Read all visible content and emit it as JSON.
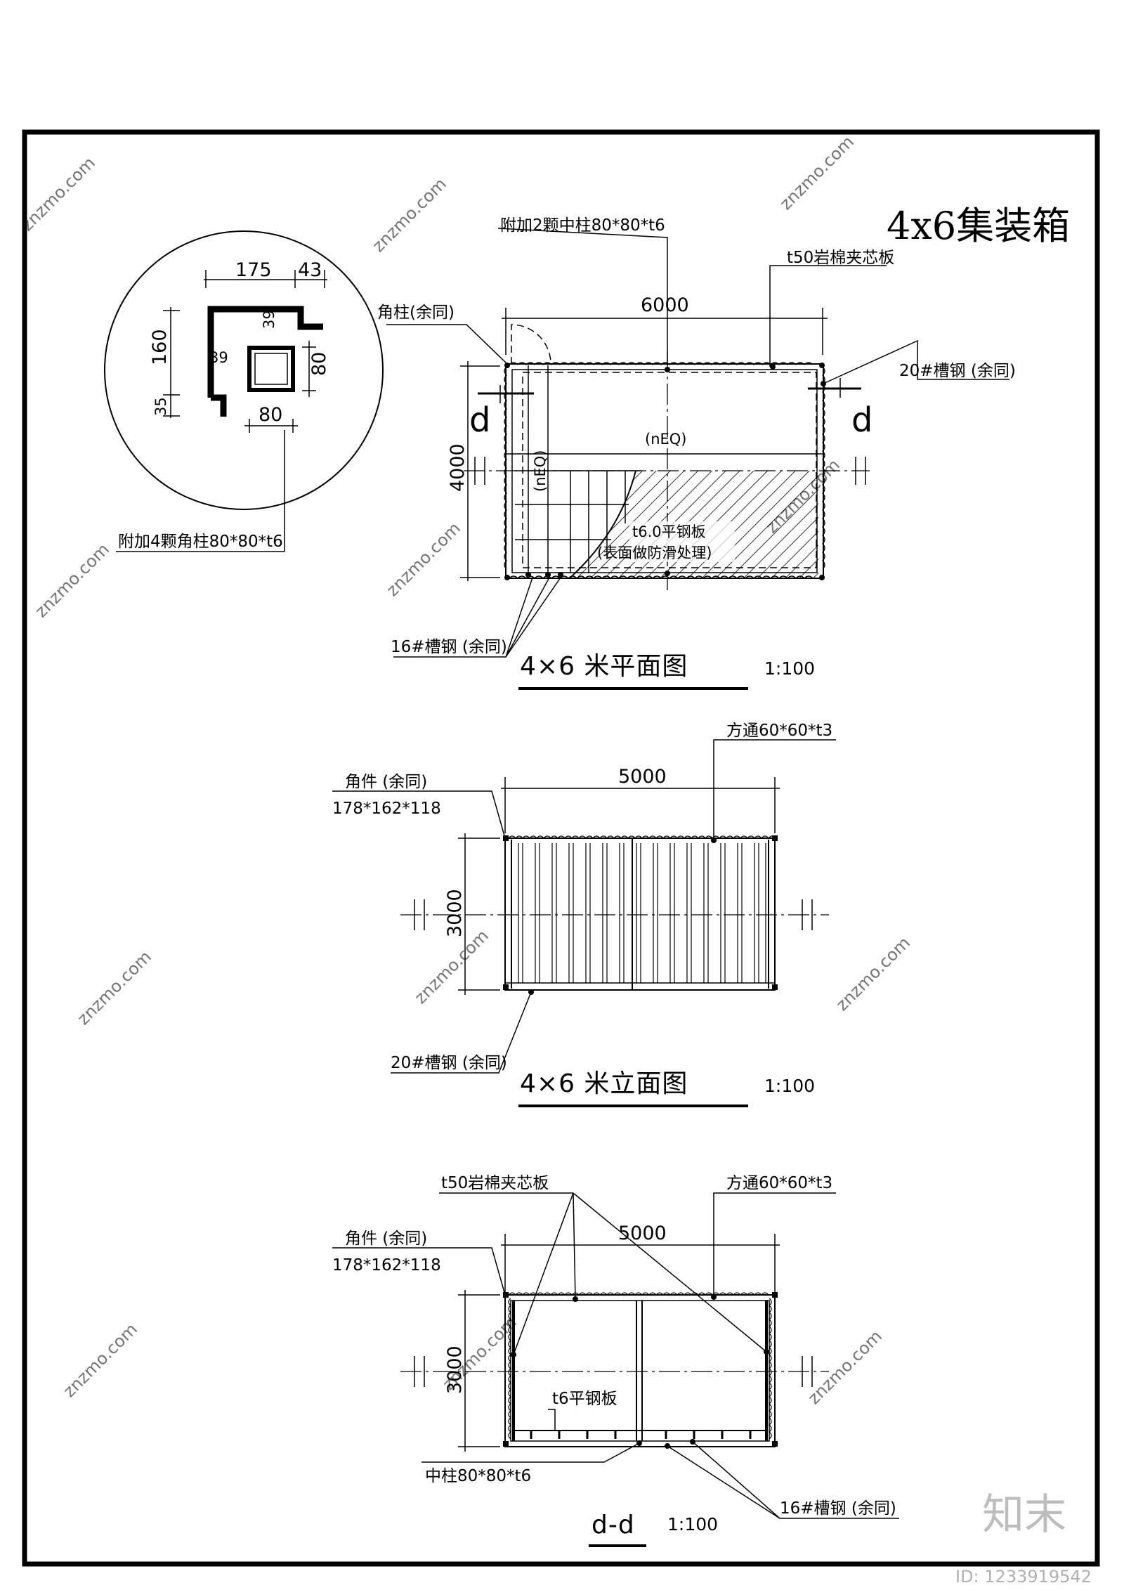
{
  "title": "4x6集装箱",
  "detail": {
    "dims": [
      "175",
      "43",
      "160",
      "39",
      "39",
      "35",
      "80",
      "80"
    ],
    "label": "附加4颗角柱80*80*t6"
  },
  "plan": {
    "dim_length": "6000",
    "dim_width": "4000",
    "labels": {
      "mid_column": "附加2颗中柱80*80*t6",
      "panel": "t50岩棉夹芯板",
      "corner_column": "角柱(余同)",
      "channel20": "20#槽钢 (余同)",
      "channel16": "16#槽钢 (余同)",
      "neq_h": "(nEQ)",
      "neq_v": "(nEQ)",
      "plate_line1": "t6.0平钢板",
      "plate_line2": "(表面做防滑处理)",
      "section_mark_left": "d",
      "section_mark_right": "d"
    },
    "view_title": "4×6 米平面图",
    "scale": "1:100"
  },
  "elevation": {
    "dim_length": "5000",
    "dim_height": "3000",
    "labels": {
      "tube": "方通60*60*t3",
      "corner_fitting_line1": "角件 (余同)",
      "corner_fitting_line2": "178*162*118",
      "channel20": "20#槽钢 (余同)"
    },
    "view_title": "4×6 米立面图",
    "scale": "1:100"
  },
  "section": {
    "dim_length": "5000",
    "dim_height": "3000",
    "labels": {
      "panel": "t50岩棉夹芯板",
      "tube": "方通60*60*t3",
      "corner_fitting_line1": "角件 (余同)",
      "corner_fitting_line2": "178*162*118",
      "plate": "t6平钢板",
      "mid_column": "中柱80*80*t6",
      "channel16": "16#槽钢 (余同)"
    },
    "view_title": "d-d",
    "scale": "1:100"
  },
  "watermark": {
    "brand": "知末",
    "id": "ID: 1233919542",
    "site": "znzmo.com"
  }
}
